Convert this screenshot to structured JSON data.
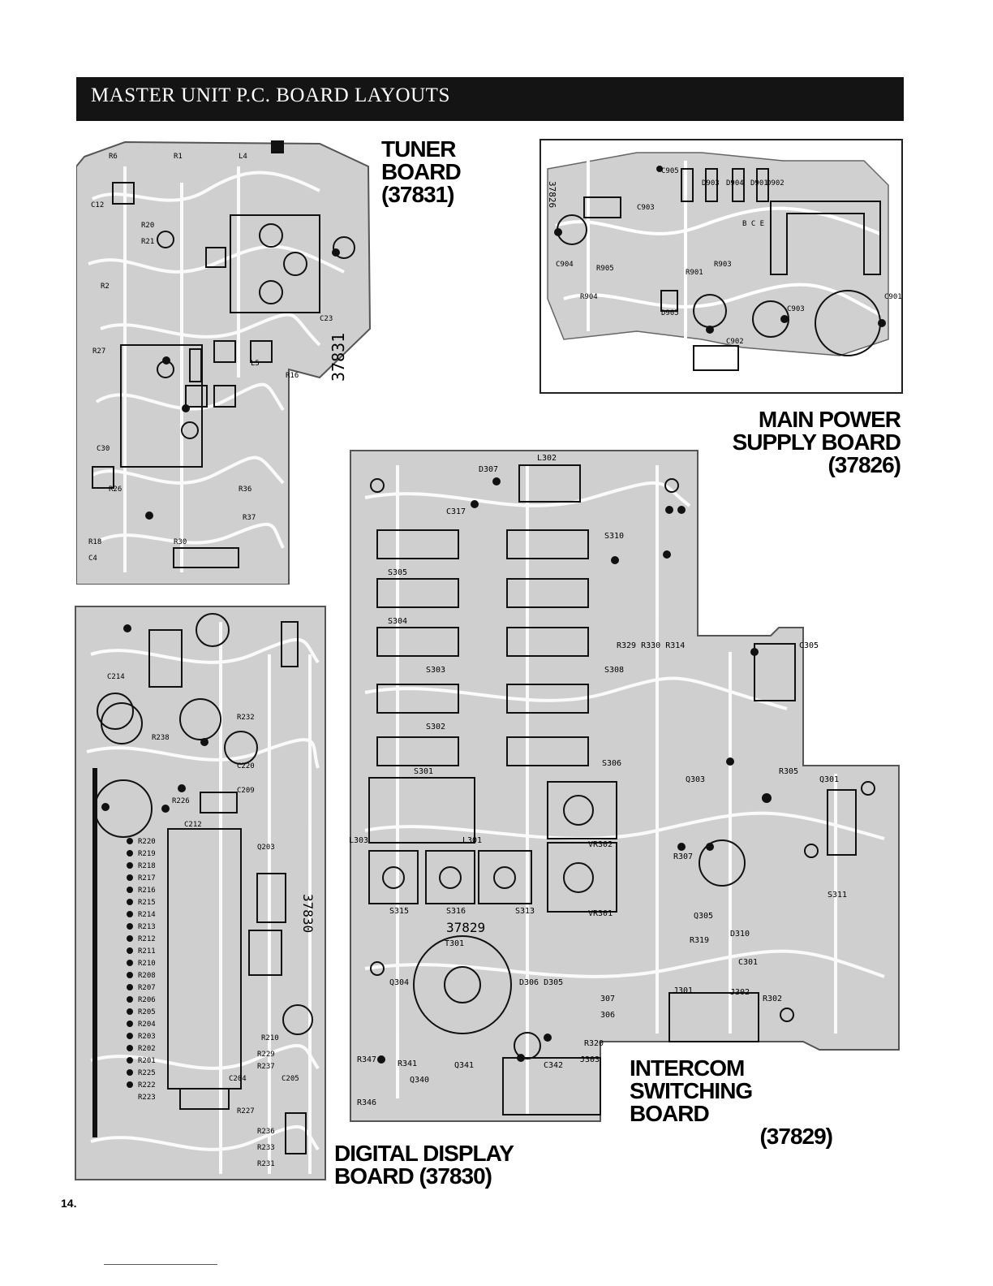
{
  "header": {
    "title": "MASTER UNIT P.C. BOARD LAYOUTS"
  },
  "boards": {
    "tuner": {
      "line1": "TUNER",
      "line2": "BOARD",
      "number": "(37831)",
      "silk_number": "37831"
    },
    "power": {
      "line1": "MAIN POWER",
      "line2": "SUPPLY BOARD",
      "number": "(37826)",
      "silk_number": "37826"
    },
    "intercom": {
      "line1": "INTERCOM",
      "line2": "SWITCHING BOARD",
      "number": "(37829)",
      "silk_number": "37829"
    },
    "display": {
      "line1": "DIGITAL DISPLAY",
      "line2": "BOARD",
      "number": "(37830)",
      "silk_number": "37830"
    }
  },
  "page_number": "14."
}
